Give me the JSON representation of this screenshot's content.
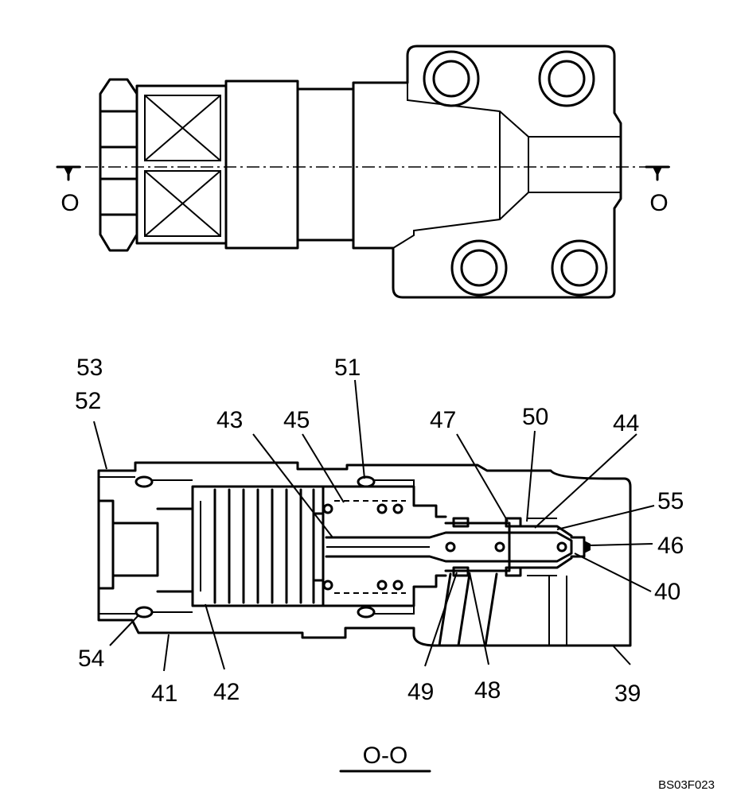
{
  "top_view": {
    "section_mark_left": "O",
    "section_mark_right": "O"
  },
  "section_view": {
    "title": "O-O",
    "part_labels": {
      "p53": "53",
      "p52": "52",
      "p51": "51",
      "p43": "43",
      "p45": "45",
      "p47": "47",
      "p50": "50",
      "p44": "44",
      "p55": "55",
      "p46": "46",
      "p40": "40",
      "p54": "54",
      "p41": "41",
      "p42": "42",
      "p49": "49",
      "p48": "48",
      "p39": "39"
    }
  },
  "drawing_code": "BS03F023"
}
